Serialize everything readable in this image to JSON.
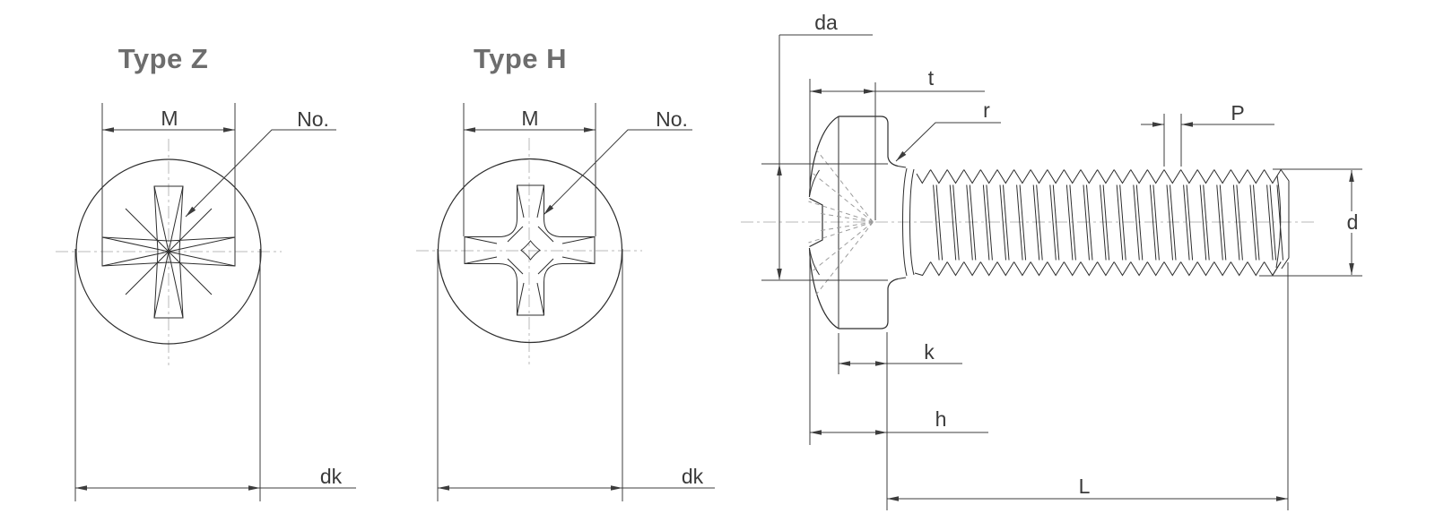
{
  "colors": {
    "background": "#ffffff",
    "geometry_line": "#2e2e2e",
    "dimension_line": "#3c3c3c",
    "center_line": "#b8b8b8",
    "hidden_line": "#9c9c9c",
    "title_text": "#6d6d6d",
    "label_text": "#3a3a3a"
  },
  "type_z": {
    "title": "Type Z",
    "dim_m": "M",
    "dim_no": "No.",
    "dim_dk": "dk"
  },
  "type_h": {
    "title": "Type H",
    "dim_m": "M",
    "dim_no": "No.",
    "dim_dk": "dk"
  },
  "side_view": {
    "dim_da": "da",
    "dim_t": "t",
    "dim_r": "r",
    "dim_p": "P",
    "dim_d": "d",
    "dim_k": "k",
    "dim_h": "h",
    "dim_l": "L"
  }
}
